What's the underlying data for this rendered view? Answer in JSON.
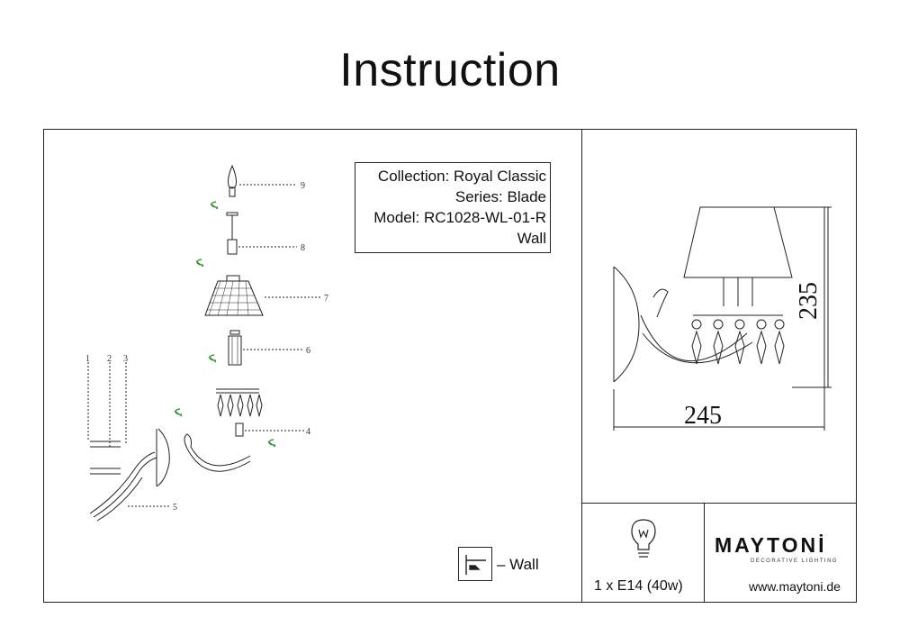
{
  "title": "Instruction",
  "info": {
    "collection": "Collection: Royal Classic",
    "series": "Series: Blade",
    "model": "Model: RC1028-WL-01-R",
    "type": "Wall"
  },
  "mounting": {
    "label": "– Wall"
  },
  "dimensions": {
    "width": "245",
    "height": "235"
  },
  "bulb": {
    "label": "1 x E14 (40w)"
  },
  "brand": {
    "name": "MAYTONİ",
    "tagline": "DECORATIVE LIGHTING",
    "website": "www.maytoni.de"
  },
  "parts": [
    "1",
    "2",
    "3",
    "4",
    "5",
    "6",
    "7",
    "8",
    "9"
  ],
  "colors": {
    "line": "#222222",
    "accent": "#3a9a3a"
  }
}
